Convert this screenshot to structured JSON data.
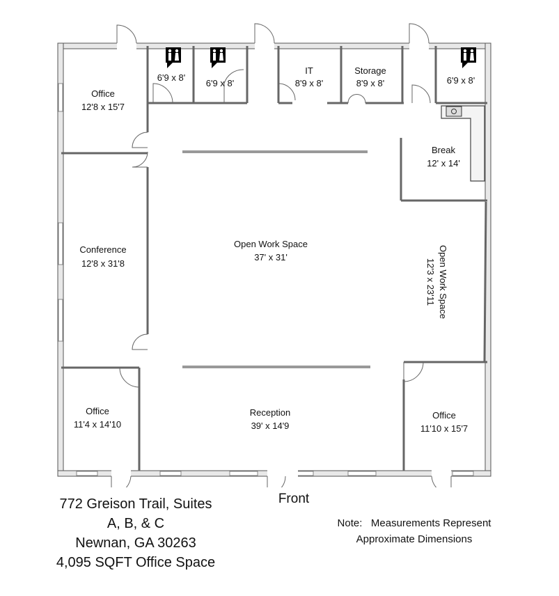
{
  "rooms": [
    {
      "id": "office-nw",
      "name": "Office",
      "dims": "12'8 x 15'7"
    },
    {
      "id": "restroom-1",
      "name": "",
      "dims": "6'9 x 8'"
    },
    {
      "id": "restroom-2",
      "name": "",
      "dims": "6'9 x 8'"
    },
    {
      "id": "it",
      "name": "IT",
      "dims": "8'9 x 8'"
    },
    {
      "id": "storage",
      "name": "Storage",
      "dims": "8'9 x 8'"
    },
    {
      "id": "restroom-3",
      "name": "",
      "dims": "6'9 x 8'"
    },
    {
      "id": "break",
      "name": "Break",
      "dims": "12' x 14'"
    },
    {
      "id": "conference",
      "name": "Conference",
      "dims": "12'8 x 31'8"
    },
    {
      "id": "open-work-main",
      "name": "Open Work Space",
      "dims": "37' x 31'"
    },
    {
      "id": "open-work-east",
      "name": "Open Work Space",
      "dims": "12'3 x 23'11"
    },
    {
      "id": "office-sw",
      "name": "Office",
      "dims": "11'4 x 14'10"
    },
    {
      "id": "reception",
      "name": "Reception",
      "dims": "39' x 14'9"
    },
    {
      "id": "office-se",
      "name": "Office",
      "dims": "11'10 x 15'7"
    }
  ],
  "front_label": "Front",
  "address": {
    "line1": "772 Greison Trail, Suites",
    "line2": "A, B, & C",
    "line3": "Newnan, GA 30263",
    "line4": "4,095 SQFT Office Space"
  },
  "note": {
    "line1": "Note:   Measurements Represent",
    "line2": "Approximate Dimensions"
  },
  "icons": [
    "restroom-icon",
    "restroom-icon",
    "restroom-icon",
    "sink-icon"
  ],
  "colors": {
    "wall": "#e8e8e8",
    "wall_stroke": "#555555",
    "text": "#111111"
  }
}
